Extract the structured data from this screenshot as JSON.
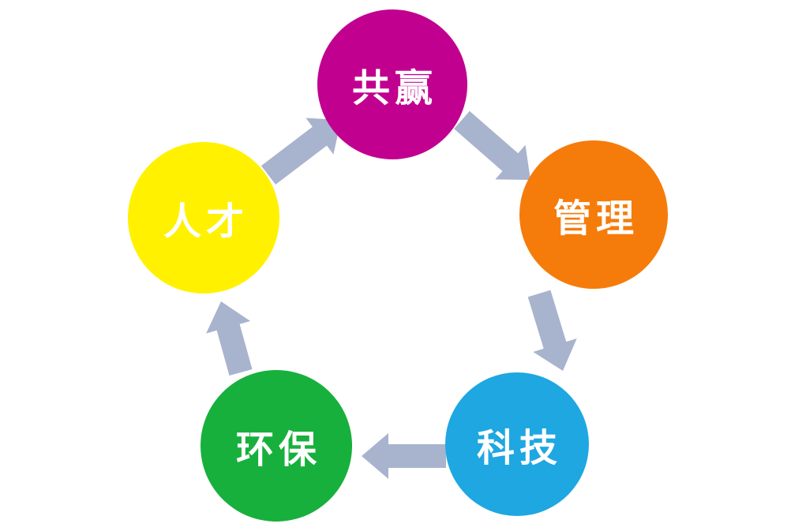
{
  "diagram": {
    "type": "cycle",
    "nodes": [
      {
        "id": "win-win",
        "label": "共赢",
        "color": "#C1008F",
        "position": "top"
      },
      {
        "id": "management",
        "label": "管理",
        "color": "#F57C0A",
        "position": "right"
      },
      {
        "id": "technology",
        "label": "科技",
        "color": "#1EA7E1",
        "position": "bottom-right"
      },
      {
        "id": "environment",
        "label": "环保",
        "color": "#17B03C",
        "position": "bottom-left"
      },
      {
        "id": "talent",
        "label": "人才",
        "color": "#FFF100",
        "position": "left"
      }
    ],
    "flow": [
      "共赢 → 管理",
      "管理 → 科技",
      "科技 → 环保",
      "环保 → 人才",
      "人才 → 共赢"
    ],
    "arrow_color": "#A8B3CE",
    "label_text_color": "#FFFFFF",
    "background_color": "#FFFFFF"
  }
}
